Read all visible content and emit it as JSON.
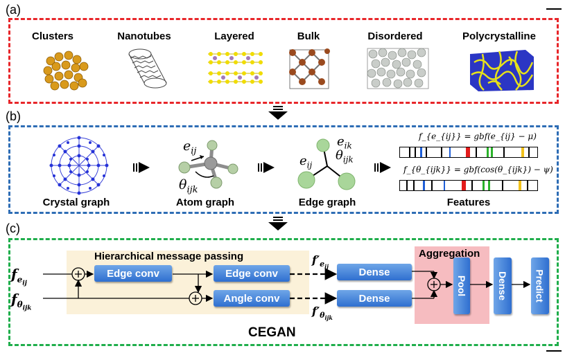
{
  "panels": {
    "a": {
      "label": "(a)"
    },
    "b": {
      "label": "(b)"
    },
    "c": {
      "label": "(c)"
    }
  },
  "materials": [
    "Clusters",
    "Nanotubes",
    "Layered",
    "Bulk",
    "Disordered",
    "Polycrystalline"
  ],
  "graphs": {
    "crystal": "Crystal graph",
    "atom": "Atom graph",
    "edge": "Edge graph",
    "features": "Features",
    "atom_e": "e",
    "atom_e_sub": "ij",
    "atom_theta": "θ",
    "atom_theta_sub": "ijk",
    "edge_eik": "e",
    "edge_eik_sub": "ik",
    "edge_eij": "e",
    "edge_eij_sub": "ij",
    "edge_theta": "θ",
    "edge_theta_sub": "ijk",
    "eq1": "f_{e_{ij}} = gbf(e_{ij} − μ)",
    "eq2": "f_{θ_{ijk}} = gbf(cos(θ_{ijk}) − ψ)"
  },
  "model": {
    "hmp_title": "Hierarchical  message passing",
    "aggregation": "Aggregation",
    "edge_conv_1": "Edge conv",
    "edge_conv_2": "Edge conv",
    "angle_conv": "Angle conv",
    "dense_1": "Dense",
    "dense_2": "Dense",
    "pool": "Pool",
    "dense_v": "Dense",
    "predict": "Predict",
    "name": "CEGAN",
    "in_edge": "f",
    "in_edge_sub": "e",
    "in_edge_subsub": "ij",
    "in_angle": "f",
    "in_angle_sub": "θ",
    "in_angle_subsub": "ijk",
    "out_edge": "f′",
    "out_angle": "f′"
  },
  "colors": {
    "box_a": "#e8262a",
    "box_b": "#2e6db5",
    "box_c": "#1fae4b",
    "hmp_bg": "#fbf1d9",
    "agg_bg": "#f6bcc0"
  }
}
